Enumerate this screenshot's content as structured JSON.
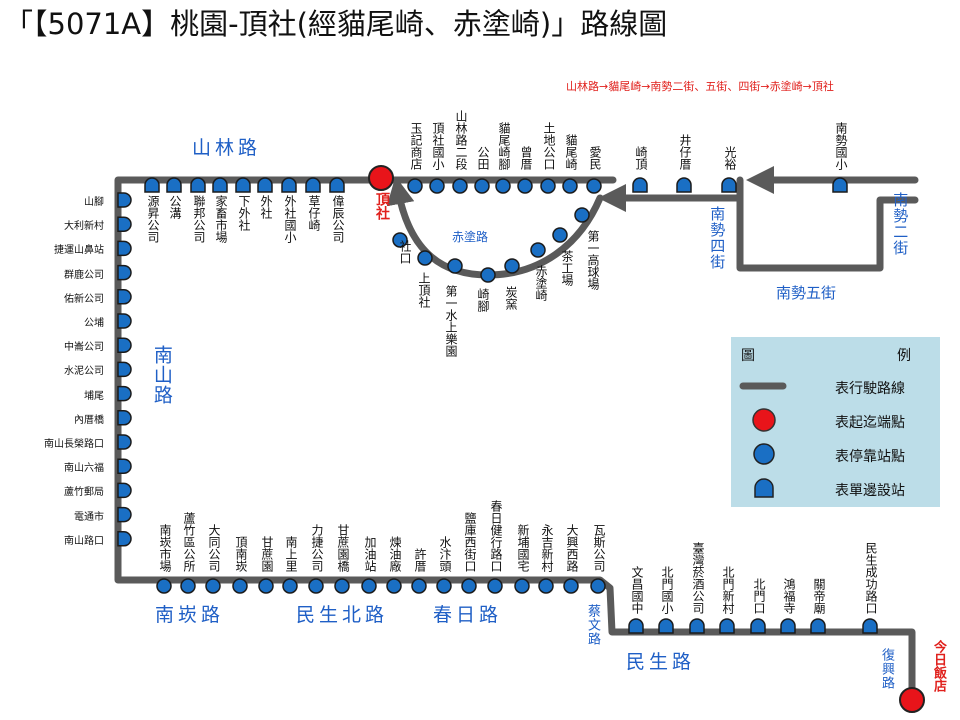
{
  "title": "「【5071A】桃園-頂社(經貓尾崎、赤塗崎)」路線圖",
  "route_note": "山林路→貓尾崎→南勢二街、五街、四街→赤塗崎→頂社",
  "roads": {
    "shanlin": "山林路",
    "nanshan": "南山路",
    "nantan": "南崁路",
    "minsheng_north": "民生北路",
    "chunri": "春日路",
    "minsheng": "民生路",
    "caiwen": "蔡文路",
    "fuxing": "復興路",
    "nanshi4": "南勢四街",
    "nanshi2": "南勢二街",
    "nanshi5": "南勢五街",
    "chitu": "赤塗路"
  },
  "terminals": {
    "dingshe": "頂社",
    "jinri": "今日飯店"
  },
  "colors": {
    "route": "#5a5a5a",
    "stop": "#1a6fc4",
    "terminal": "#e8141a",
    "road_label": "#1f5fc6",
    "legend_bg": "#bcdde8"
  },
  "stops": {
    "left_column": [
      "山腳",
      "大利新村",
      "捷運山鼻站",
      "群鹿公司",
      "佑新公司",
      "公埔",
      "中崙公司",
      "水泥公司",
      "埔尾",
      "內厝橋",
      "南山長榮路口",
      "南山六福",
      "蘆竹郵局",
      "電通市",
      "南山路口"
    ],
    "top_left": [
      "源昇公司",
      "公溝",
      "聯邦公司",
      "家畜市場",
      "下外社",
      "外社",
      "外社國小",
      "草仔崎",
      "偉辰公司"
    ],
    "top_right": [
      "玉記商店",
      "頂社國小",
      "山林路二段",
      "公田",
      "貓尾崎腳",
      "曾厝",
      "土地公口",
      "貓尾崎",
      "愛民",
      "崎頂",
      "井仔厝",
      "光裕",
      "南勢國小"
    ],
    "loop": [
      "社口",
      "上頂社",
      "第一水上樂園",
      "崎腳",
      "炭窯",
      "赤塗崎",
      "茶工場",
      "第一高球場"
    ],
    "bottom": [
      "南崁市場",
      "蘆竹區公所",
      "大同公司",
      "頂南崁",
      "甘蔗園",
      "南上里",
      "力捷公司",
      "甘蔗園橋",
      "加油站",
      "煉油廠",
      "許厝",
      "水汴頭",
      "鹽庫西街口",
      "春日健行路口",
      "新埔國宅",
      "永吉新村",
      "大興西路",
      "瓦斯公司"
    ],
    "bottom_right": [
      "文昌國中",
      "北門國小",
      "臺灣菸酒公司",
      "北門新村",
      "北門口",
      "鴻福寺",
      "關帝廟",
      "民生成功路口"
    ]
  },
  "legend": {
    "title_left": "圖",
    "title_right": "例",
    "items": [
      {
        "icon": "route-line-icon",
        "label": "表行駛路線"
      },
      {
        "icon": "terminal-dot-icon",
        "label": "表起迄端點"
      },
      {
        "icon": "stop-dot-icon",
        "label": "表停靠站點"
      },
      {
        "icon": "single-side-stop-icon",
        "label": "表單邊設站"
      }
    ]
  }
}
